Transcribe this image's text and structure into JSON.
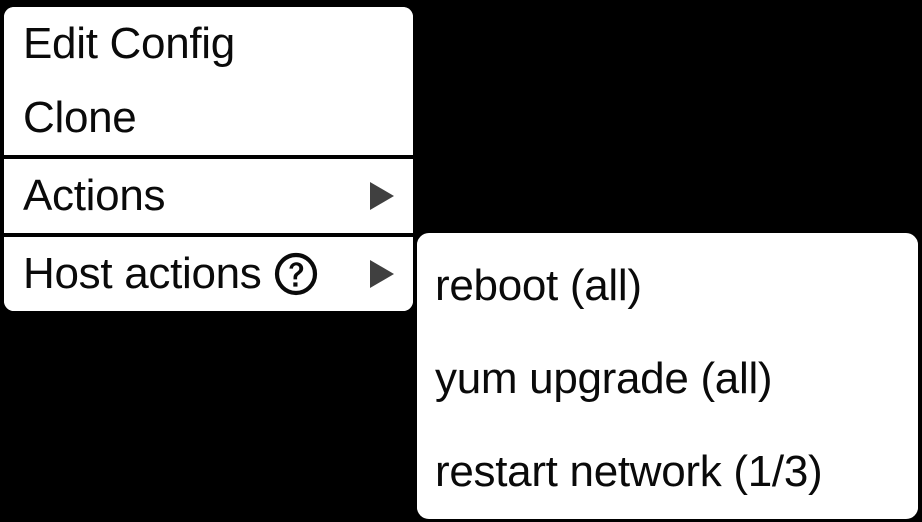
{
  "theme": {
    "background": "#000000",
    "panel_background": "#ffffff",
    "text_color": "#0a0a0a",
    "divider_color": "#000000",
    "arrow_color": "#404040"
  },
  "context_menu": {
    "sections": [
      {
        "items": [
          {
            "label": "Edit Config",
            "icon": null,
            "submenu_arrow": false
          },
          {
            "label": "Clone",
            "icon": null,
            "submenu_arrow": false
          }
        ]
      },
      {
        "items": [
          {
            "label": "Actions",
            "icon": null,
            "submenu_arrow": true
          }
        ]
      },
      {
        "items": [
          {
            "label": "Host actions",
            "icon": "help-circle-icon",
            "submenu_arrow": true
          }
        ]
      }
    ]
  },
  "submenu": {
    "parent_label": "Host actions",
    "items": [
      {
        "label": "reboot (all)"
      },
      {
        "label": "yum upgrade (all)"
      },
      {
        "label": "restart network (1/3)"
      }
    ]
  }
}
